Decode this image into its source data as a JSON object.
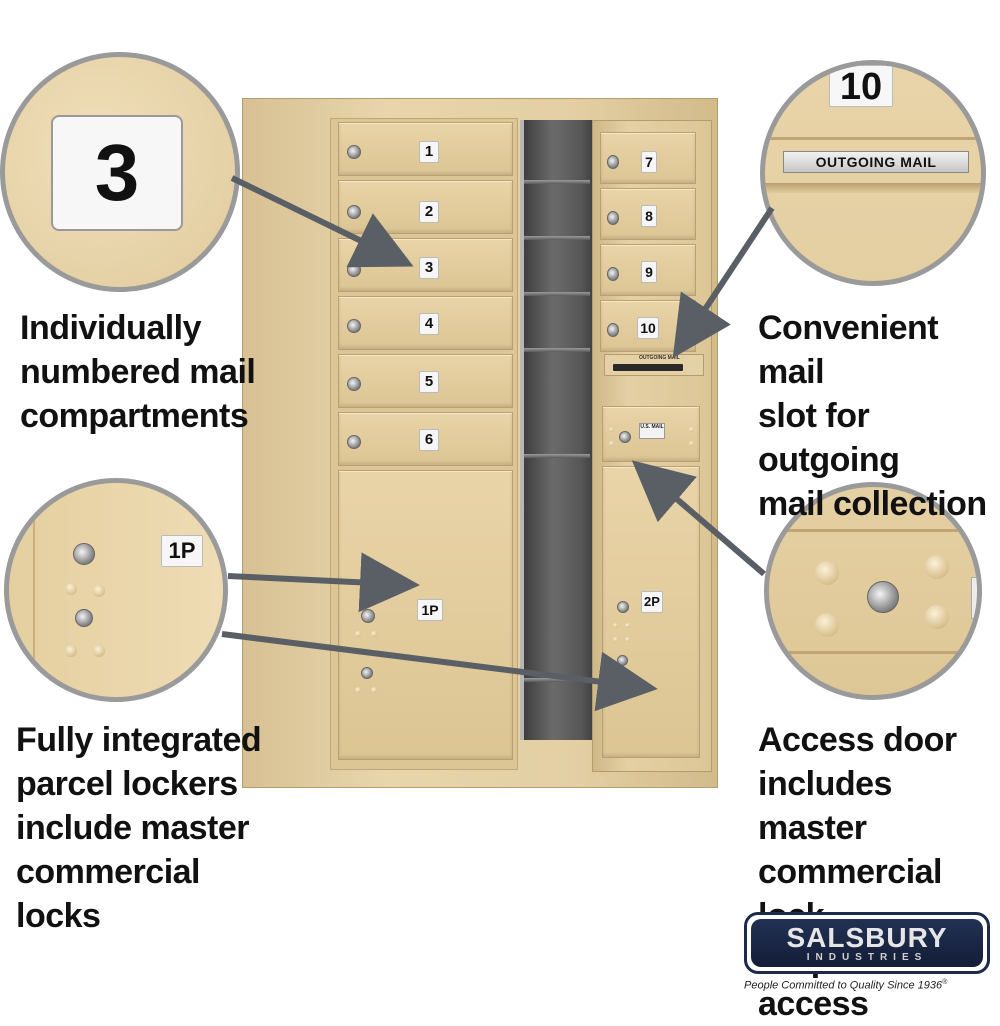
{
  "callouts": {
    "top_left": [
      "Individually",
      "numbered mail",
      "compartments"
    ],
    "top_right": [
      "Convenient mail",
      "slot for outgoing",
      "mail collection"
    ],
    "bottom_left": [
      "Fully integrated",
      "parcel lockers",
      "include master",
      "commercial",
      "locks"
    ],
    "bottom_right": [
      "Access door",
      "includes master",
      "commercial lock",
      "for private access"
    ]
  },
  "zoom": {
    "compartment_number": "3",
    "top_right_number": "10",
    "outgoing_label": "OUTGOING MAIL",
    "parcel_label": "1P"
  },
  "mailbox": {
    "left_doors": [
      "1",
      "2",
      "3",
      "4",
      "5",
      "6"
    ],
    "right_doors": [
      "7",
      "8",
      "9",
      "10"
    ],
    "left_parcel": "1P",
    "right_parcel": "2P",
    "outgoing_small": "OUTGOING MAIL",
    "usmail_small": "U.S. MAIL"
  },
  "brand": {
    "name": "SALSBURY",
    "sub": "INDUSTRIES",
    "tagline": "People Committed to Quality Since 1936",
    "registered": "®"
  },
  "colors": {
    "unit_beige": "#e3cfa3",
    "arrow_gray": "#5a5f66",
    "callout_text": "#111111",
    "circle_border": "#9a9a9a"
  }
}
